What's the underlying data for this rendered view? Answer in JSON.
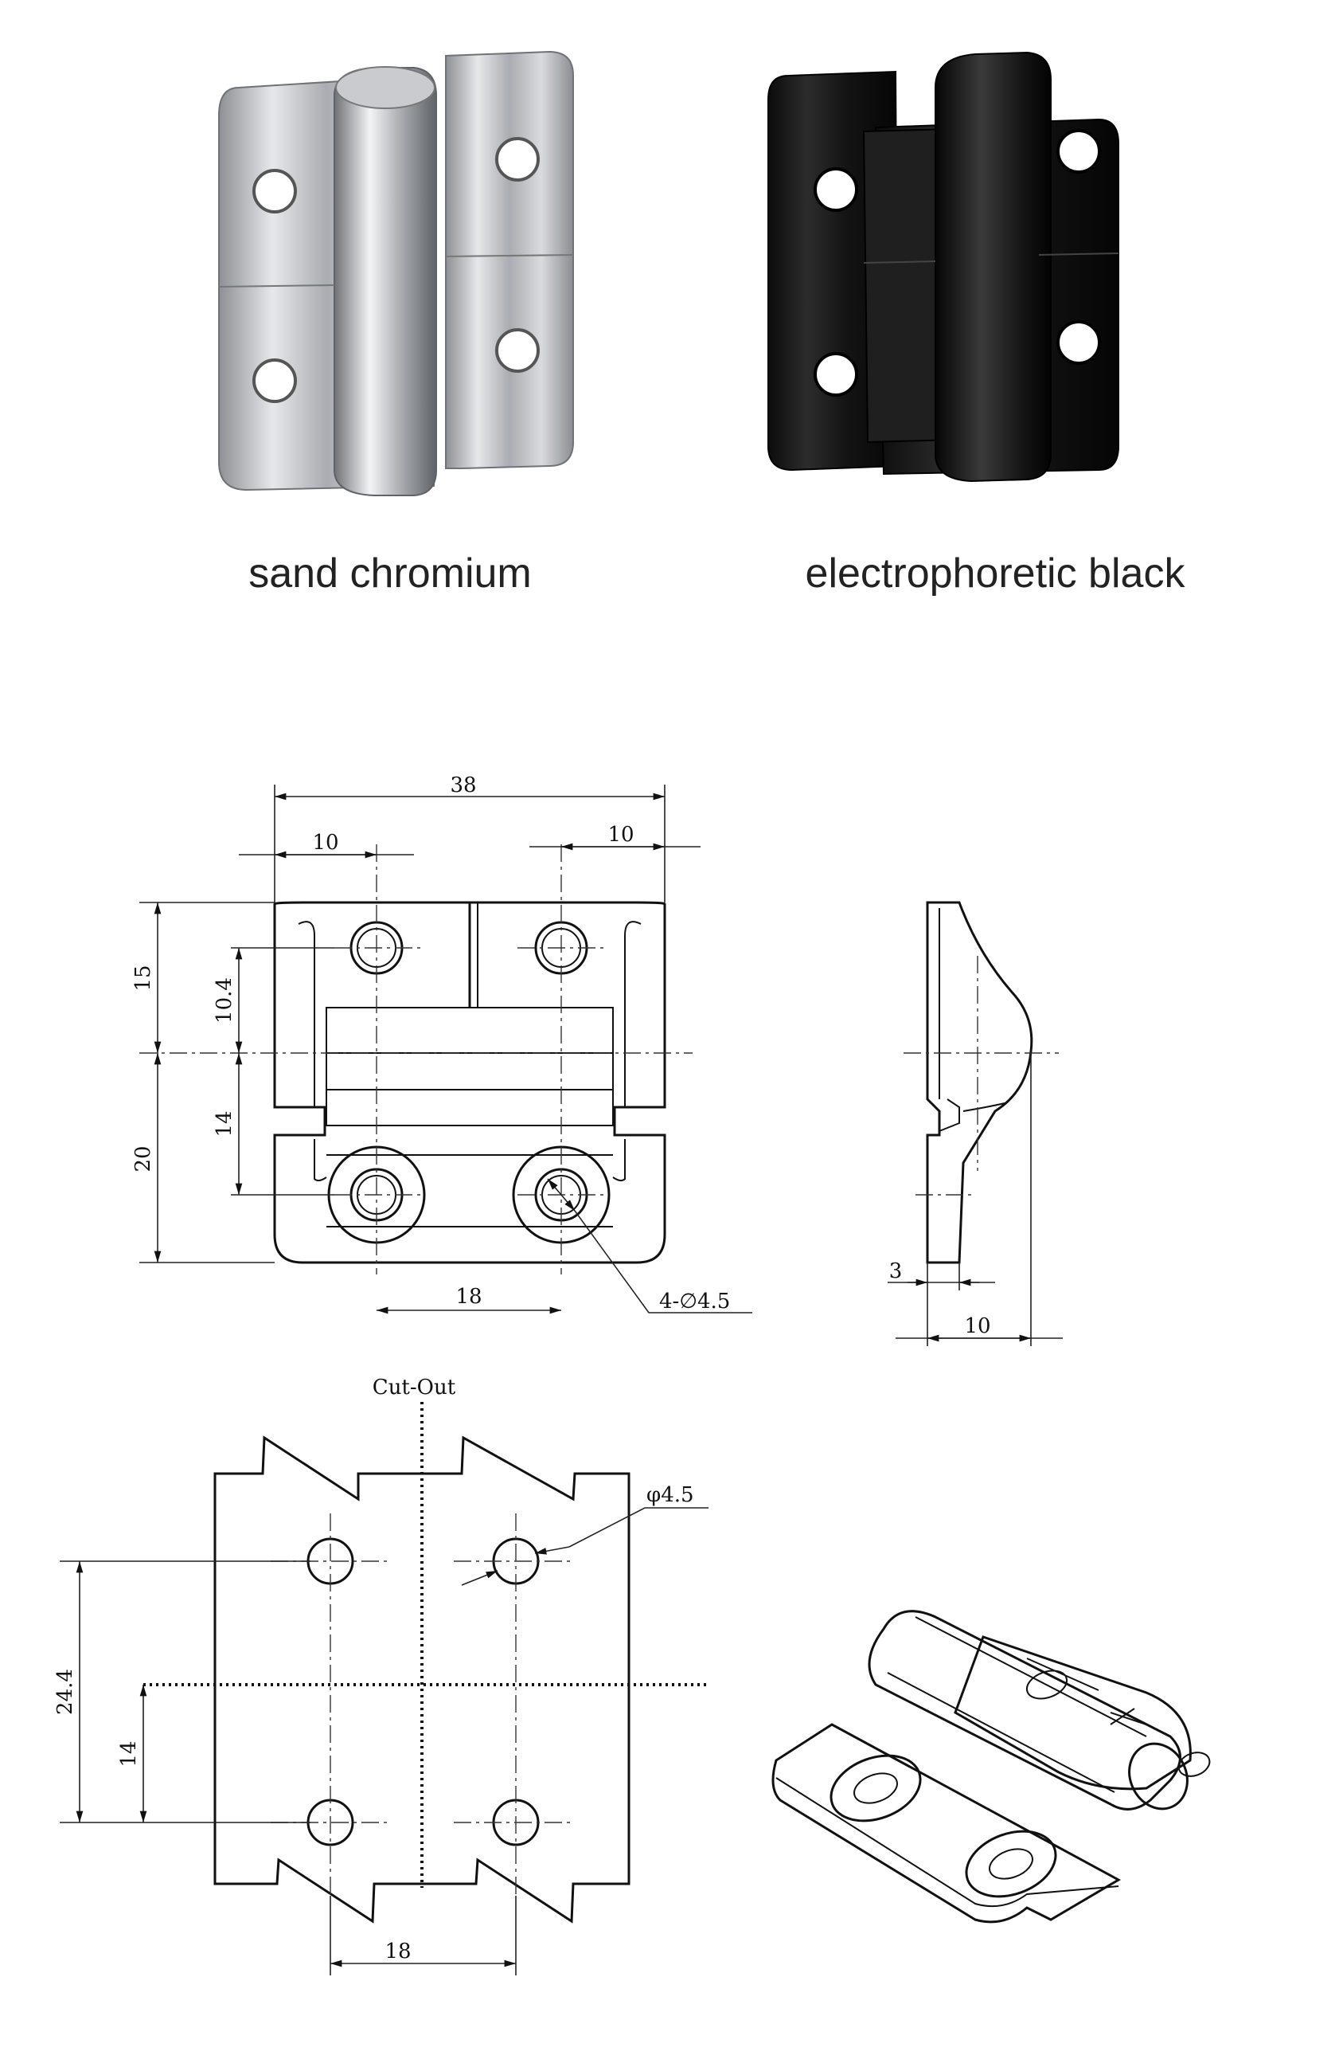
{
  "products": [
    {
      "finish": "sand chromium"
    },
    {
      "finish": "electrophoretic black"
    }
  ],
  "front_view": {
    "width": "38",
    "left_offset": "10",
    "right_offset": "10",
    "upper_height": "15",
    "upper_hole": "10.4",
    "lower_hole": "14",
    "lower_height": "20",
    "hole_spacing": "18",
    "holes": "4-∅4.5"
  },
  "side_view": {
    "plate_thickness": "3",
    "depth": "10"
  },
  "cutout": {
    "title": "Cut-Out",
    "hole": "φ4.5",
    "vertical_spacing": "24.4",
    "offset": "14",
    "horizontal_spacing": "18"
  },
  "colors": {
    "chrome": "#b9bcc0",
    "black": "#1a1a1a"
  }
}
